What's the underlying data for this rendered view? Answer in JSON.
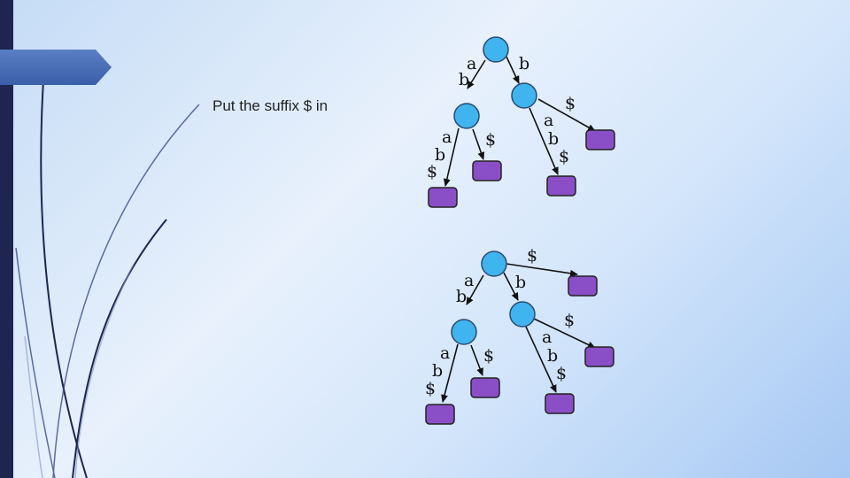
{
  "caption": "Put the suffix $ in",
  "colors": {
    "internal_node": "#3fb4ee",
    "leaf": "#8a4fc6",
    "edge": "#111111",
    "left_bar": "#1e2550",
    "tab": "#3a5ea8"
  },
  "trees": [
    {
      "edges": [
        {
          "label": [
            "a",
            "b"
          ]
        },
        {
          "label": [
            "b"
          ]
        },
        {
          "label": [
            "a",
            "b",
            "$"
          ]
        },
        {
          "label": [
            "$"
          ]
        },
        {
          "label": [
            "$"
          ]
        },
        {
          "label": [
            "a",
            "b",
            "$"
          ]
        }
      ]
    },
    {
      "edges": [
        {
          "label": [
            "a",
            "b"
          ]
        },
        {
          "label": [
            "b"
          ]
        },
        {
          "label": [
            "$"
          ]
        },
        {
          "label": [
            "a",
            "b",
            "$"
          ]
        },
        {
          "label": [
            "$"
          ]
        },
        {
          "label": [
            "$"
          ]
        },
        {
          "label": [
            "a",
            "b",
            "$"
          ]
        }
      ]
    }
  ]
}
